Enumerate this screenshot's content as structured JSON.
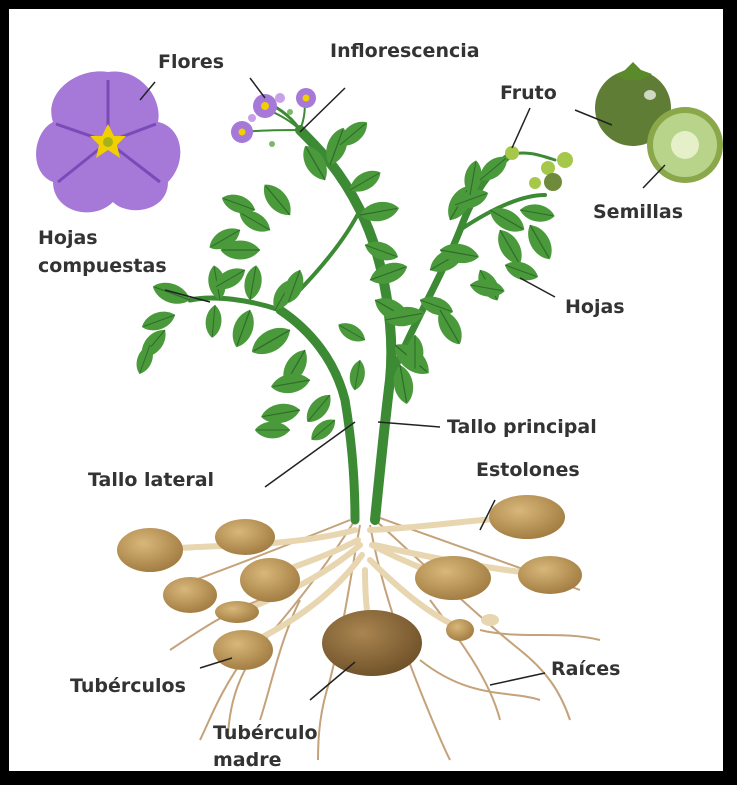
{
  "labels": {
    "flores": "Flores",
    "inflorescencia": "Inflorescencia",
    "fruto": "Fruto",
    "semillas": "Semillas",
    "hojas_compuestas_1": "Hojas",
    "hojas_compuestas_2": "compuestas",
    "hojas": "Hojas",
    "tallo_principal": "Tallo principal",
    "tallo_lateral": "Tallo lateral",
    "estolones": "Estolones",
    "tuberculos": "Tubérculos",
    "raices": "Raíces",
    "tuberculo_madre_1": "Tubérculo",
    "tuberculo_madre_2": "madre"
  },
  "colors": {
    "leaf": "#4a9a3c",
    "leaf_dark": "#2f6e2a",
    "stem": "#3c8a34",
    "petal": "#a678d8",
    "petal_dark": "#7a4ab8",
    "flower_center": "#f2d000",
    "tuber": "#b08a4e",
    "mother_tuber": "#8a6a3a",
    "root": "#c4a27a",
    "fruit": "#5f7d34",
    "fruit_flesh": "#b7d48a",
    "label_text": "#333333",
    "pointer": "#222222"
  }
}
